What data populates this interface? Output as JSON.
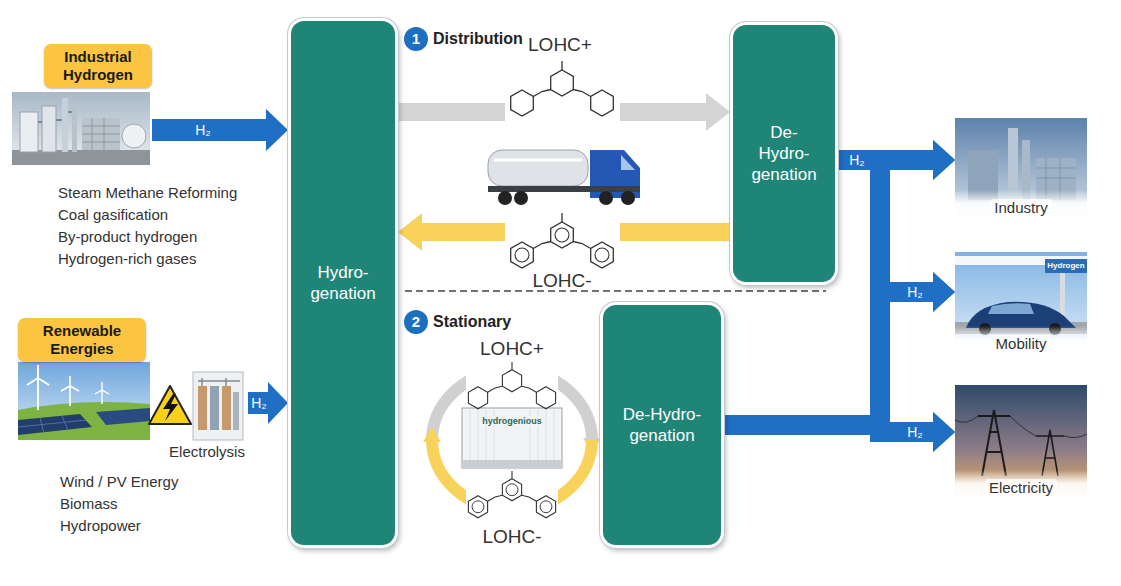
{
  "diagram": {
    "nodes": [
      {
        "text": [
          "Industrial Hydrogen"
        ]
      },
      {
        "text": [
          "Renewable Energies"
        ]
      },
      {
        "text": [
          "Hydro- genation"
        ]
      },
      {
        "text": [
          "De- Hydro- genation"
        ]
      },
      {
        "text": [
          "De-Hydro- genation"
        ]
      },
      {
        "text": [
          "Industry"
        ]
      },
      {
        "text": [
          "Mobility"
        ]
      },
      {
        "text": [
          "Electricity"
        ]
      }
    ],
    "edges": [
      {
        "from": 0,
        "to": 2,
        "arrow": "to",
        "label": "H₂"
      },
      {
        "from": 1,
        "to": 2,
        "arrow": "to",
        "label": "H₂"
      },
      {
        "from": 2,
        "to": 3,
        "arrow": "to"
      },
      {
        "from": 3,
        "to": 2,
        "arrow": "to"
      },
      {
        "from": 3,
        "to": 5,
        "arrow": "to",
        "label": "H₂"
      },
      {
        "from": 3,
        "to": 6,
        "arrow": "to",
        "label": "H₂"
      },
      {
        "from": 3,
        "to": 7,
        "arrow": "to",
        "label": "H₂"
      },
      {
        "from": 4,
        "to": 5,
        "arrow": "to"
      },
      {
        "from": 4,
        "to": 6,
        "arrow": "to"
      },
      {
        "from": 4,
        "to": 7,
        "arrow": "to"
      }
    ],
    "labels": [
      "Steam Methane Reforming",
      "Coal gasification",
      "By-product hydrogen",
      "Hydrogen-rich gases",
      "Electrolysis",
      "Wind / PV Energy",
      "Biomass",
      "Hydropower",
      "1",
      "Distribution",
      "LOHC+",
      "LOHC-",
      "2",
      "Stationary",
      "LOHC+",
      "LOHC-",
      "hydrogenious",
      "Hydrogen"
    ]
  }
}
